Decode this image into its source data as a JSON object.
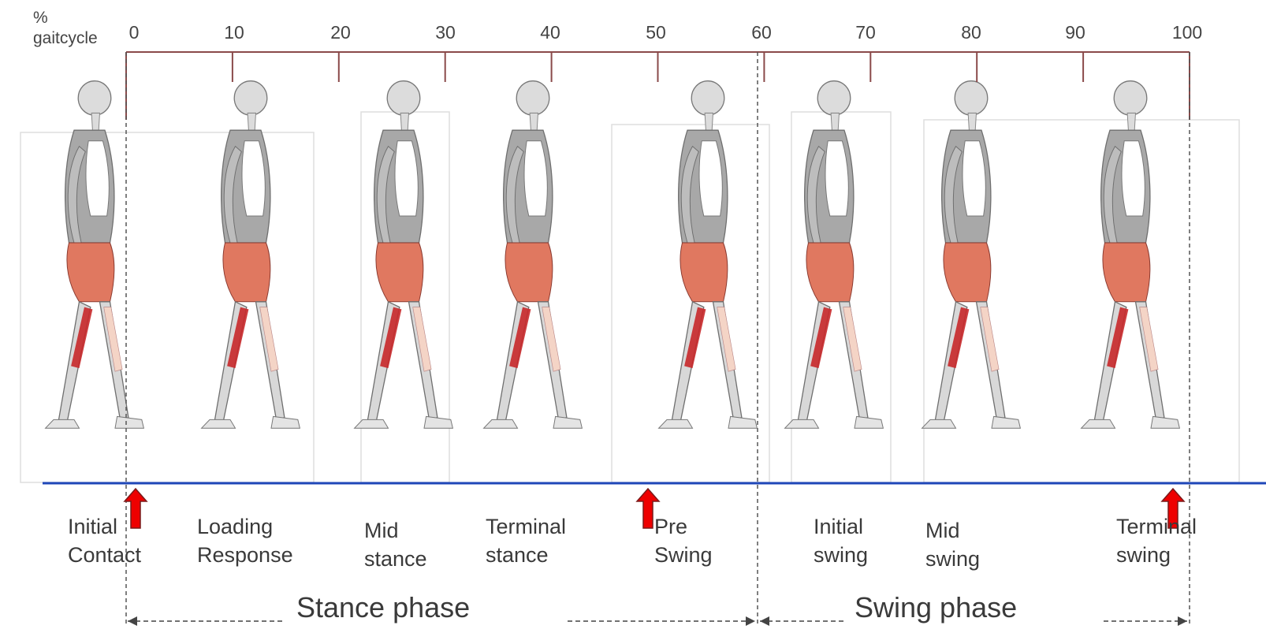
{
  "axis": {
    "title_line1": "%",
    "title_line2": "gaitcycle",
    "ticks": [
      "0",
      "10",
      "20",
      "30",
      "40",
      "50",
      "60",
      "70",
      "80",
      "90",
      "100"
    ]
  },
  "phases": [
    {
      "line1": "Initial",
      "line2": "Contact"
    },
    {
      "line1": "Loading",
      "line2": "Response"
    },
    {
      "line1": "Mid",
      "line2": "stance"
    },
    {
      "line1": "Terminal",
      "line2": "stance"
    },
    {
      "line1": "Pre",
      "line2": "Swing"
    },
    {
      "line1": "Initial",
      "line2": "swing"
    },
    {
      "line1": "Mid",
      "line2": "swing"
    },
    {
      "line1": "Terminal",
      "line2": "swing"
    }
  ],
  "stance_label": "Stance phase",
  "swing_label": "Swing phase",
  "colors": {
    "scale_line": "#8a4a4a",
    "ground_line": "#1f47b8",
    "arrow": "#ee0000",
    "muscle_active": "#c8282a",
    "muscle_medium": "#e07860",
    "muscle_light": "#f4d4c6",
    "body": "#a8a8a8"
  }
}
